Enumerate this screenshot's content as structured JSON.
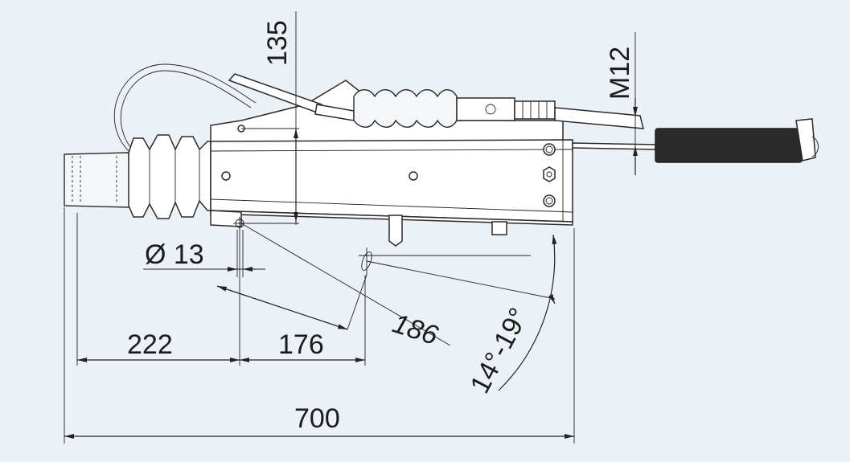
{
  "dimensions": {
    "height": "135",
    "thread": "M12",
    "hole_diameter": "Ø 13",
    "offset_a": "222",
    "offset_b": "176",
    "diagonal": "186",
    "angle": "14°-19°",
    "overall_length": "700"
  },
  "colors": {
    "background": "#ecf1f7",
    "line": "#222222",
    "part_fill": "#ffffff",
    "handle_fill": "#2b2b2b"
  }
}
